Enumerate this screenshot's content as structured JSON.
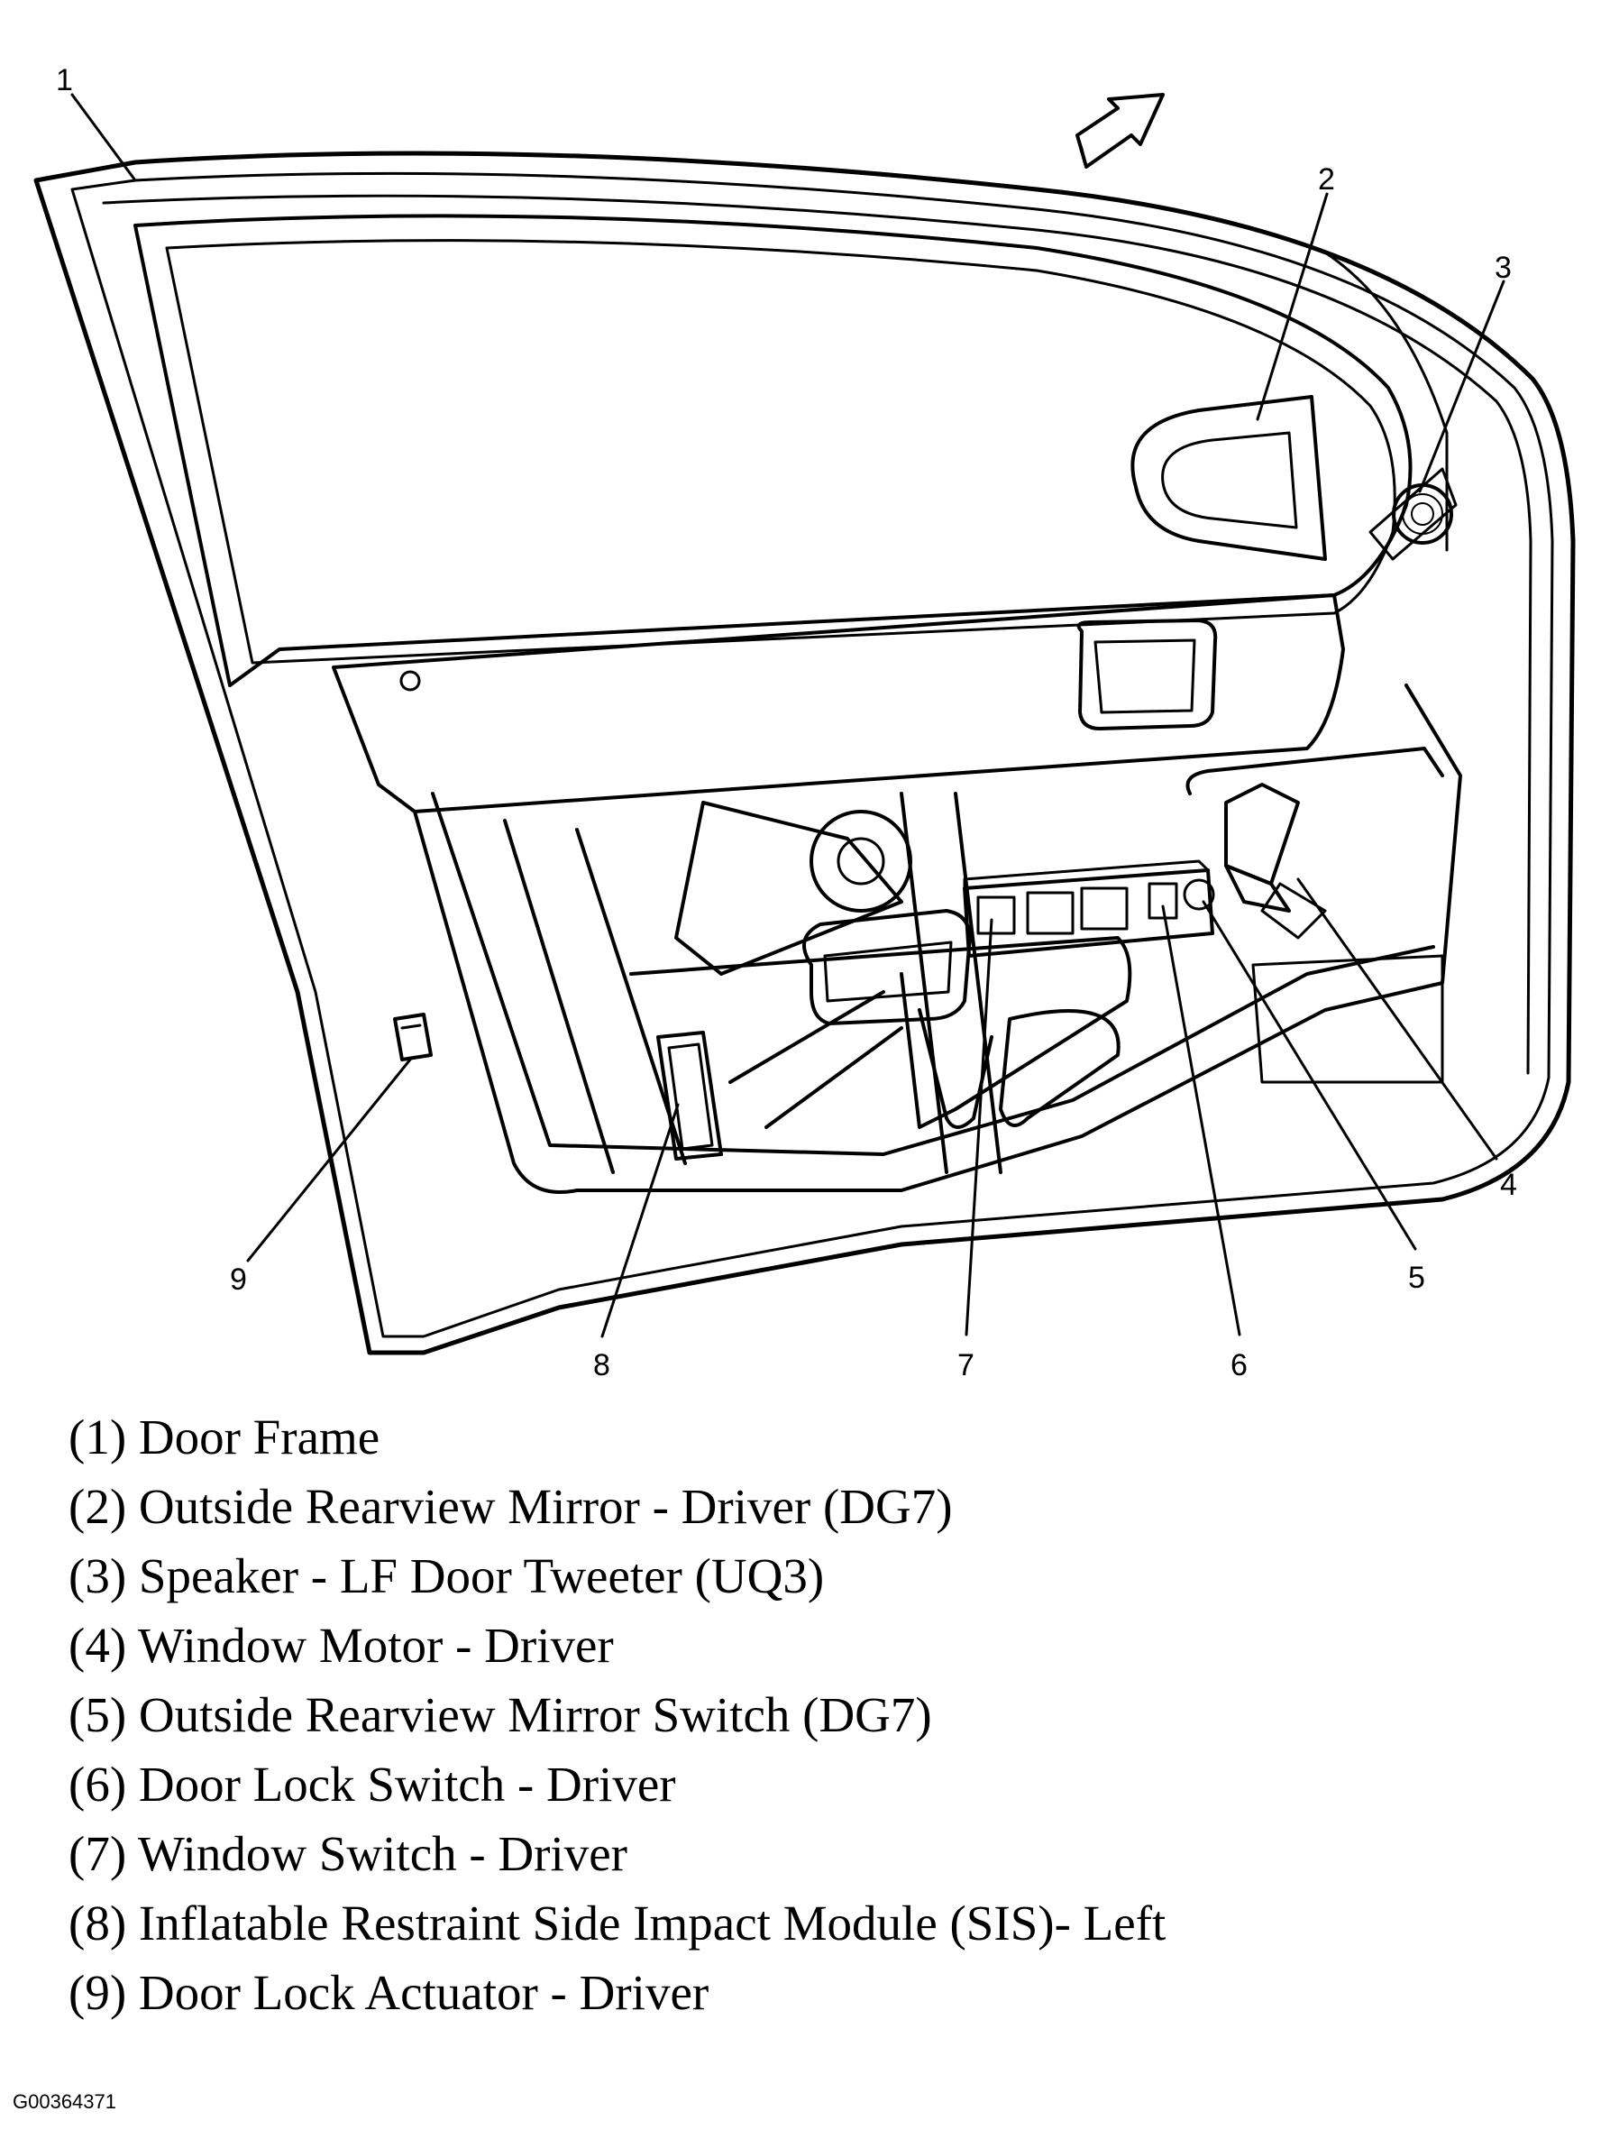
{
  "callouts": [
    "1",
    "2",
    "3",
    "4",
    "5",
    "6",
    "7",
    "8",
    "9"
  ],
  "legend": [
    "(1) Door Frame",
    "(2) Outside Rearview Mirror - Driver (DG7)",
    "(3) Speaker - LF Door Tweeter (UQ3)",
    "(4) Window Motor - Driver",
    "(5) Outside Rearview Mirror Switch (DG7)",
    "(6) Door Lock Switch - Driver",
    "(7) Window Switch - Driver",
    "(8) Inflatable Restraint Side Impact Module (SIS)- Left",
    "(9) Door Lock Actuator - Driver"
  ],
  "figure_id": "G00364371",
  "icons": [
    "direction-arrow-icon"
  ],
  "colors": {
    "ink": "#000000",
    "paper": "#ffffff"
  }
}
